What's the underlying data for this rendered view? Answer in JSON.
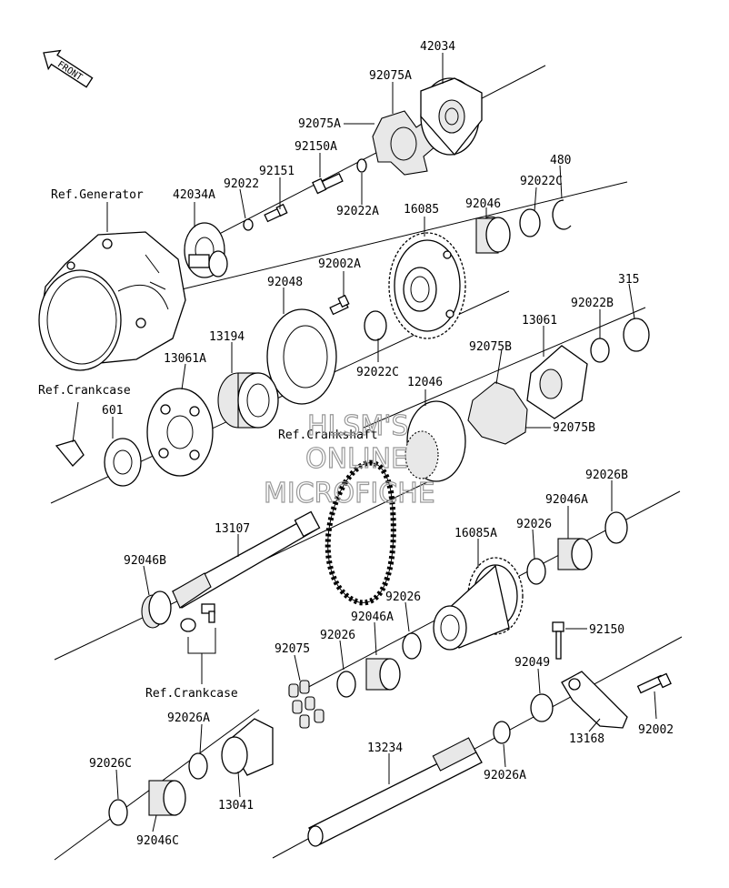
{
  "labels": {
    "front": "FRONT",
    "p42034": "42034",
    "p92075A_1": "92075A",
    "p92075A_2": "92075A",
    "p92150A": "92150A",
    "p92151": "92151",
    "p42034A": "42034A",
    "p92022": "92022",
    "p92022A": "92022A",
    "p16085": "16085",
    "p92046": "92046",
    "p92022C_1": "92022C",
    "p480": "480",
    "p92048": "92048",
    "p92002A": "92002A",
    "p315": "315",
    "p92022B": "92022B",
    "p13061": "13061",
    "p13194": "13194",
    "p13061A": "13061A",
    "p92022C_2": "92022C",
    "p12046": "12046",
    "p92075B_1": "92075B",
    "p92075B_2": "92075B",
    "p601": "601",
    "p13107": "13107",
    "p92026B": "92026B",
    "p92046A_1": "92046A",
    "p92026_1": "92026",
    "p16085A": "16085A",
    "p92046B": "92046B",
    "p92026_2": "92026",
    "p92046A_2": "92046A",
    "p92026_3": "92026",
    "p92075": "92075",
    "p92150": "92150",
    "p92049": "92049",
    "p92002": "92002",
    "p13168": "13168",
    "p92026A_1": "92026A",
    "p13234": "13234",
    "p92026A_2": "92026A",
    "p92026C": "92026C",
    "p92046C": "92046C",
    "p13041": "13041"
  },
  "refs": {
    "generator": "Ref.Generator",
    "crankcase_1": "Ref.Crankcase",
    "crankshaft": "Ref.Crankshaft",
    "crankcase_2": "Ref.Crankcase"
  },
  "watermark": {
    "line1": "HLSM'S",
    "line2": "ONLINE",
    "line3": "MICROFICHE"
  }
}
